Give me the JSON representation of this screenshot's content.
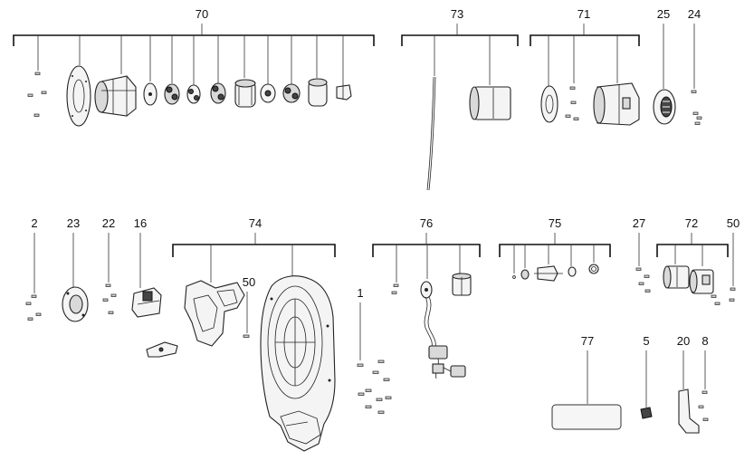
{
  "labels": {
    "70": "70",
    "73": "73",
    "71": "71",
    "25": "25",
    "24": "24",
    "2": "2",
    "23": "23",
    "22": "22",
    "16": "16",
    "74": "74",
    "50a": "50",
    "76": "76",
    "75": "75",
    "27": "27",
    "72": "72",
    "50b": "50",
    "1": "1",
    "77": "77",
    "5": "5",
    "20": "20",
    "8": "8"
  }
}
